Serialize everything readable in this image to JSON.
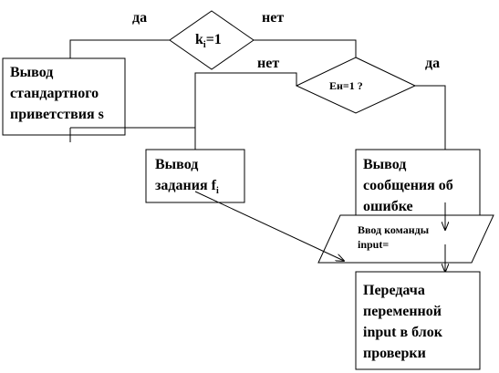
{
  "decision1": {
    "var": "k",
    "sub": "i",
    "rest": "=1"
  },
  "decision2": {
    "text": "Ен=1 ?"
  },
  "labels": {
    "yes1": "да",
    "no1": "нет",
    "no2": "нет",
    "yes2": "да"
  },
  "boxes": {
    "greeting": [
      "Вывод",
      "стандартного",
      "приветствия s"
    ],
    "task": {
      "line1": "Вывод",
      "line2_prefix": "задания f",
      "line2_sub": "i"
    },
    "error": [
      "Вывод",
      "сообщения об",
      "ошибке"
    ],
    "transfer": [
      "Передача",
      "переменной",
      "input в блок",
      "проверки"
    ]
  },
  "input_block": [
    "Ввод команды",
    "input="
  ]
}
